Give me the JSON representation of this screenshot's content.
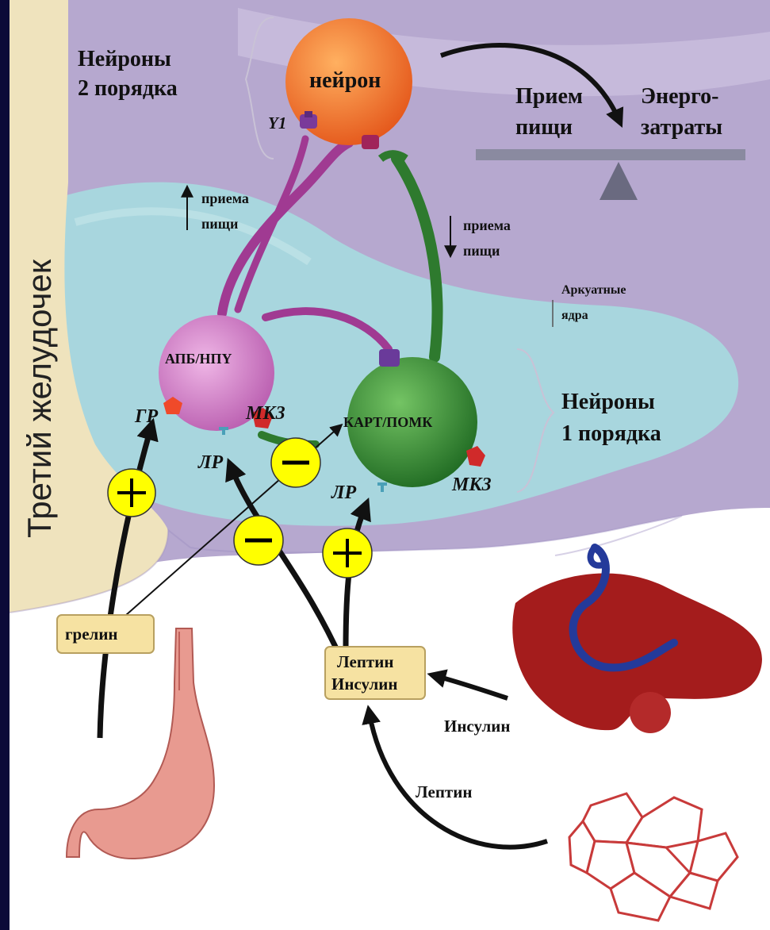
{
  "labels": {
    "ventricle": "Третий желудочек",
    "second_order": [
      "Нейроны",
      "2 порядка"
    ],
    "neuron": "нейрон",
    "intake": [
      "Прием",
      "пищи"
    ],
    "expenditure": [
      "Энерго-",
      "затраты"
    ],
    "y1": "Y1",
    "intake_up": [
      "приема",
      "пищи"
    ],
    "intake_down": [
      "приема",
      "пищи"
    ],
    "arcuate": [
      "Аркуатные",
      "ядра"
    ],
    "apb_npy": "АПБ/НПY",
    "cart_pomc": "КАРТ/ПОМК",
    "first_order": [
      "Нейроны",
      "1 порядка"
    ],
    "gr": "ГР",
    "mk3_left": "МК3",
    "mk3_right": "МК3",
    "lr_left": "ЛР",
    "lr_right": "ЛР",
    "ghrelin": "грелин",
    "leptin_insulin": [
      "Лептин",
      "Инсулин"
    ],
    "insulin": "Инсулин",
    "leptin": "Лептин"
  },
  "signs": {
    "plus_left": "+",
    "minus_upper": "−",
    "minus_lower": "−",
    "plus_right": "+"
  },
  "colors": {
    "background": "#0c0a38",
    "ventricle": "#efe3bd",
    "hypothalamus": "#b6a8cf",
    "arcuate": "#a8d6de",
    "neuron2": "#f27a28",
    "apb_npy": "#cc7cc4",
    "cart_pomc": "#2e8c32",
    "sign_circle": "#ffff00",
    "hormone_box": "#f6e2a2",
    "pancreas": "#a41c1c",
    "stomach": "#e89a90"
  }
}
